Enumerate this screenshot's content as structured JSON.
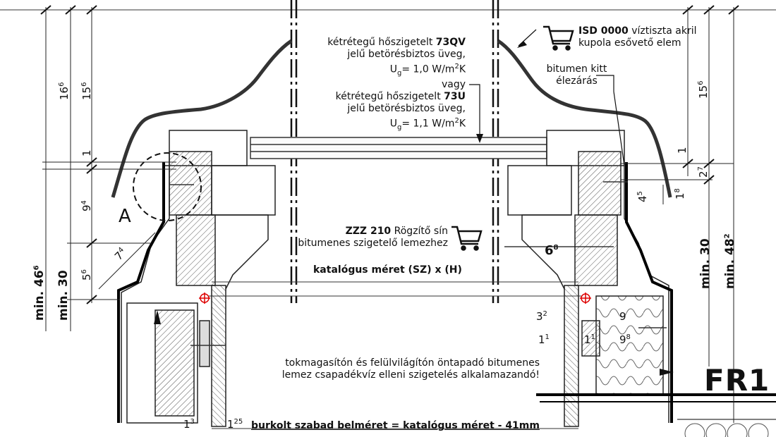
{
  "notes": {
    "glass_1": {
      "prefix": "kétrétegű hőszigetelt ",
      "code": "73QV",
      "line2": "jelű betörésbiztos üveg,",
      "uvalue_pre": "U",
      "uvalue_sub": "g",
      "uvalue_post": "= 1,0 W/m",
      "uvalue_sup": "2",
      "uvalue_end": "K"
    },
    "or_word": "vagy",
    "glass_2": {
      "prefix": "kétrétegű hőszigetelt ",
      "code": "73U",
      "line2": "jelű betörésbiztos üveg,",
      "uvalue_pre": "U",
      "uvalue_sub": "g",
      "uvalue_post": "= 1,1 W/m",
      "uvalue_sup": "2",
      "uvalue_end": "K"
    },
    "dome": {
      "code": "ISD 0000",
      "line1_rest": " víztiszta akril",
      "line2": "kupola esővető elem"
    },
    "bitumen_kitt": {
      "line1": "bitumen kitt",
      "line2": "élezárás"
    },
    "rail": {
      "code": "ZZZ 210",
      "line1_rest": " Rögzítő sín",
      "line2": "bitumenes szigetelő lemezhez"
    },
    "catalog": "katalógus méret  (SZ) x (H)",
    "membrane": {
      "line1": "tokmagasítón és felülvilágítón öntapadó bitumenes",
      "line2": "lemez csapadékvíz elleni szigetelés alkalamazandó!"
    },
    "clear_size": "burkolt szabad belméret = katalógus méret - 41mm",
    "detail_label": "A",
    "section_label": "FR1"
  },
  "dimensions": {
    "left_outer_1": {
      "base": "16",
      "sup": "6"
    },
    "left_outer_2": {
      "base": "15",
      "sup": "6"
    },
    "left_1": {
      "base": "1",
      "sup": ""
    },
    "left_9": {
      "base": "9",
      "sup": "4"
    },
    "left_5": {
      "base": "5",
      "sup": "6"
    },
    "left_7": {
      "base": "7",
      "sup": "4"
    },
    "min_46": {
      "base": "min. 46",
      "sup": "6"
    },
    "min_30_left": {
      "base": "min. 30",
      "sup": ""
    },
    "right_15": {
      "base": "15",
      "sup": "6"
    },
    "right_1": {
      "base": "1",
      "sup": ""
    },
    "right_2": {
      "base": "2",
      "sup": "7"
    },
    "right_1b": {
      "base": "1",
      "sup": "8"
    },
    "right_4": {
      "base": "4",
      "sup": "5"
    },
    "min_30_right": {
      "base": "min. 30",
      "sup": ""
    },
    "min_48": {
      "base": "min. 48",
      "sup": "2"
    },
    "six_8": {
      "base": "6",
      "sup": "8"
    },
    "three_2": {
      "base": "3",
      "sup": "2"
    },
    "one_1": {
      "base": "1",
      "sup": "1"
    },
    "one_1b": {
      "base": "1",
      "sup": "1"
    },
    "nine": {
      "base": "9",
      "sup": ""
    },
    "nine_8": {
      "base": "9",
      "sup": "8"
    },
    "one_3": {
      "base": "1",
      "sup": "3"
    },
    "one_25": {
      "base": "1",
      "sup": "25"
    }
  }
}
